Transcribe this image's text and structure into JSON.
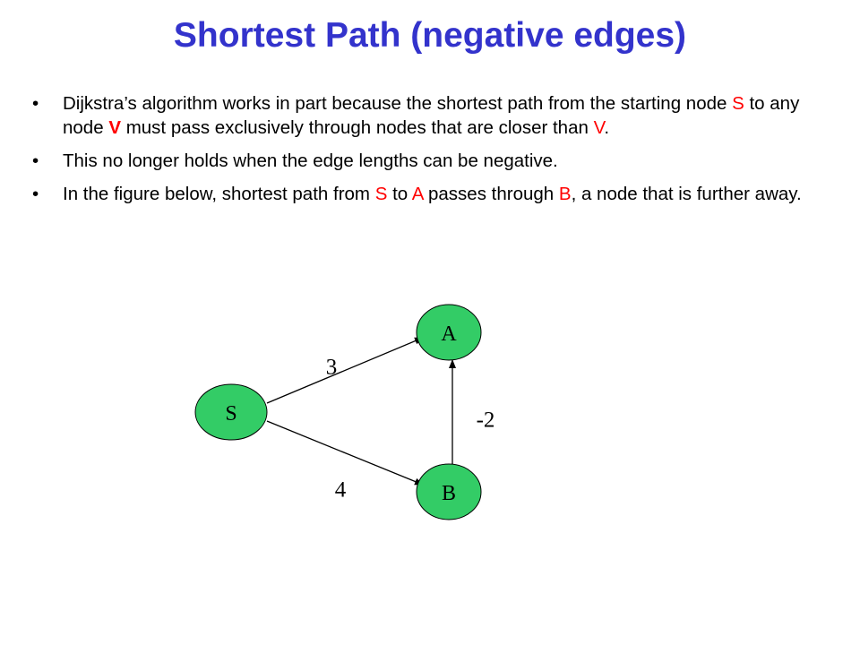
{
  "title": "Shortest Path (negative edges)",
  "bullets": [
    {
      "parts": [
        {
          "text": "Dijkstra’s algorithm works in part because the shortest path from the starting node ",
          "style": ""
        },
        {
          "text": "S",
          "style": "hl"
        },
        {
          "text": " to any node ",
          "style": ""
        },
        {
          "text": "V",
          "style": "hl-bold"
        },
        {
          "text": " must pass exclusively through nodes that are closer than ",
          "style": ""
        },
        {
          "text": "V",
          "style": "hl"
        },
        {
          "text": ".",
          "style": ""
        }
      ]
    },
    {
      "parts": [
        {
          "text": "This no longer holds when the edge lengths can be negative.",
          "style": ""
        }
      ]
    },
    {
      "parts": [
        {
          "text": "In the figure below, shortest path from ",
          "style": ""
        },
        {
          "text": "S",
          "style": "hl"
        },
        {
          "text": " to ",
          "style": ""
        },
        {
          "text": "A",
          "style": "hl"
        },
        {
          "text": " passes through ",
          "style": ""
        },
        {
          "text": "B",
          "style": "hl"
        },
        {
          "text": ", a node that is further away.",
          "style": ""
        }
      ]
    }
  ],
  "bullet_glyph": "•",
  "graph": {
    "node_fill": "#33cc66",
    "nodes": [
      {
        "id": "S",
        "label": "S"
      },
      {
        "id": "A",
        "label": "A"
      },
      {
        "id": "B",
        "label": "B"
      }
    ],
    "edges": [
      {
        "from": "S",
        "to": "A",
        "label": "3"
      },
      {
        "from": "S",
        "to": "B",
        "label": "4"
      },
      {
        "from": "B",
        "to": "A",
        "label": "-2"
      }
    ]
  }
}
